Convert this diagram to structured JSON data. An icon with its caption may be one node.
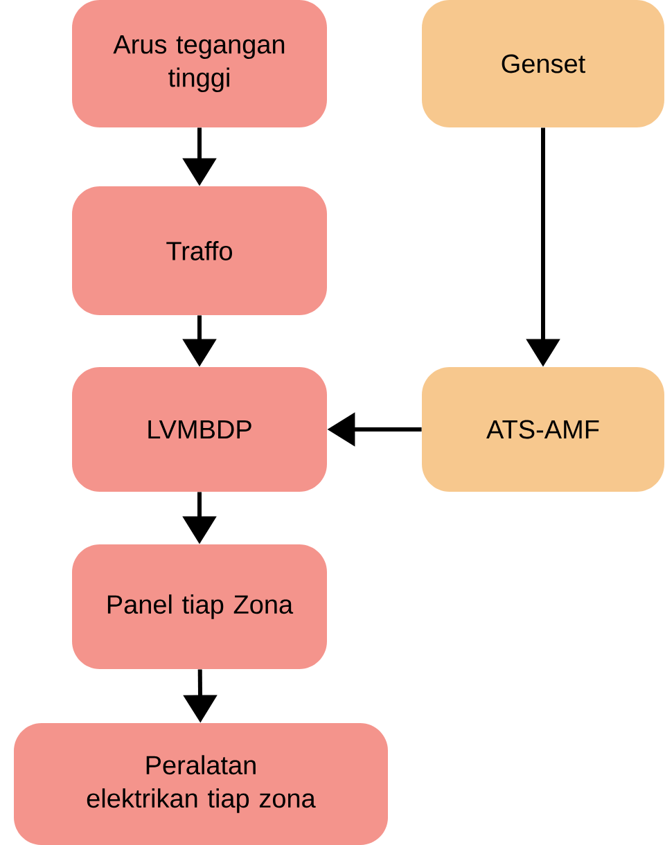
{
  "diagram": {
    "nodes": [
      {
        "text": [
          "Arus tegangan tinggi"
        ]
      },
      {
        "text": [
          "Genset"
        ]
      },
      {
        "text": [
          "Traffo"
        ]
      },
      {
        "text": [
          "LVMBDP"
        ]
      },
      {
        "text": [
          "ATS-AMF"
        ]
      },
      {
        "text": [
          "Panel tiap Zona"
        ]
      },
      {
        "text": [
          "Peralatan elektrikan tiap zona"
        ]
      }
    ],
    "edges": [
      {
        "from": 0,
        "to": 2,
        "arrow": "to"
      },
      {
        "from": 2,
        "to": 3,
        "arrow": "to"
      },
      {
        "from": 3,
        "to": 5,
        "arrow": "to"
      },
      {
        "from": 5,
        "to": 6,
        "arrow": "to"
      },
      {
        "from": 1,
        "to": 4,
        "arrow": "to"
      },
      {
        "from": 4,
        "to": 3,
        "arrow": "to"
      }
    ]
  }
}
